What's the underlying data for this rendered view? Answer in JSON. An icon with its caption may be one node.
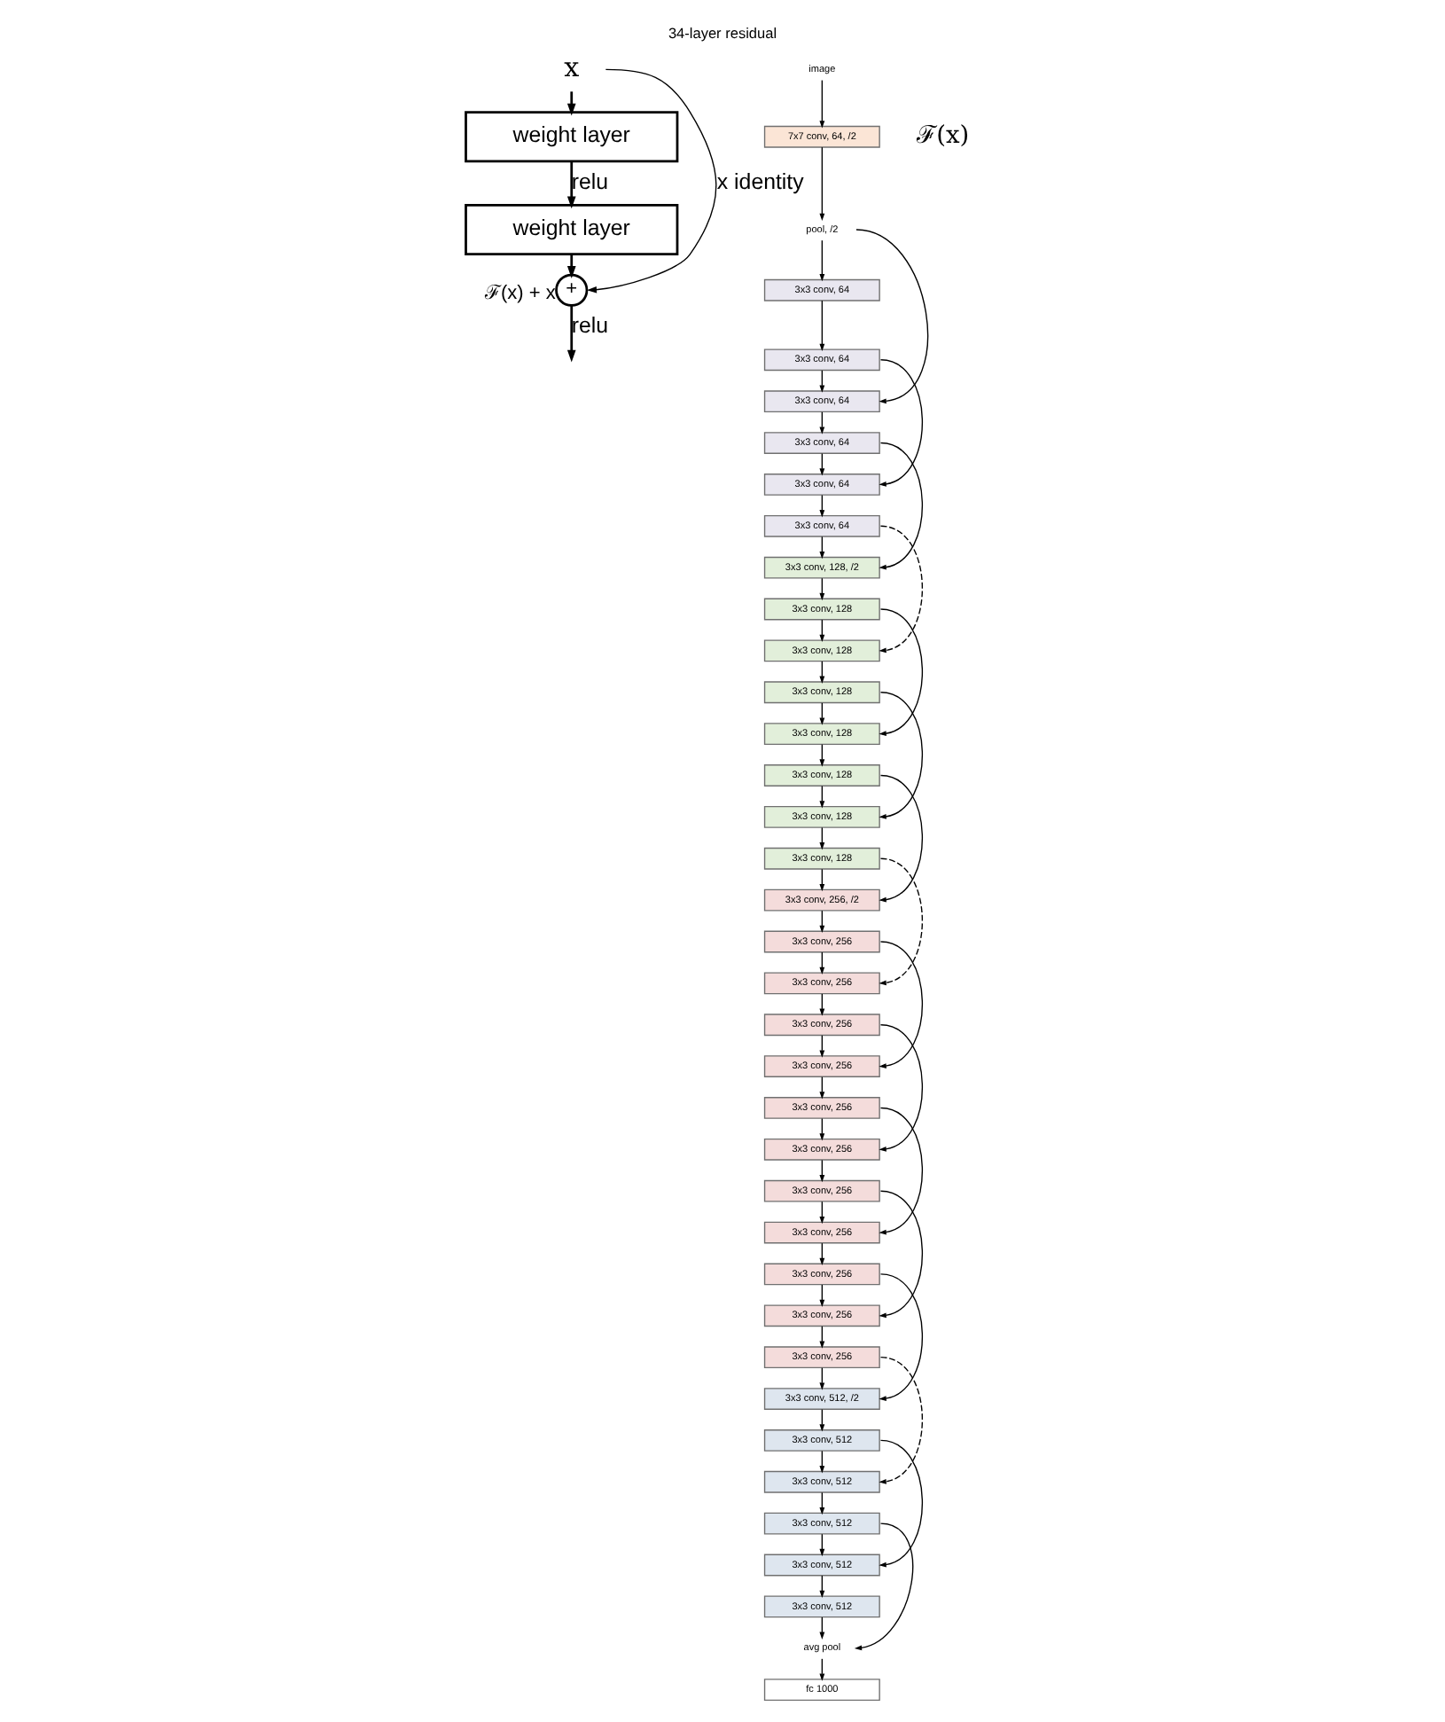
{
  "diagram": {
    "title": "34-layer residual",
    "nodes": [
      {
        "text": [
          "x"
        ]
      },
      {
        "text": [
          "weight layer"
        ]
      },
      {
        "text": [
          "weight layer"
        ]
      },
      {
        "text": [
          "+"
        ],
        "beside": [
          "ℱ(x) + x"
        ]
      },
      {
        "text": [
          "image"
        ]
      },
      {
        "text": [
          "7x7 conv, 64, /2"
        ]
      },
      {
        "text": [
          "pool, /2"
        ]
      },
      {
        "text": [
          "3x3 conv, 64"
        ]
      },
      {
        "text": [
          "3x3 conv, 64"
        ]
      },
      {
        "text": [
          "3x3 conv, 64"
        ]
      },
      {
        "text": [
          "3x3 conv, 64"
        ]
      },
      {
        "text": [
          "3x3 conv, 64"
        ]
      },
      {
        "text": [
          "3x3 conv, 64"
        ]
      },
      {
        "text": [
          "3x3 conv, 128, /2"
        ]
      },
      {
        "text": [
          "3x3 conv, 128"
        ]
      },
      {
        "text": [
          "3x3 conv, 128"
        ]
      },
      {
        "text": [
          "3x3 conv, 128"
        ]
      },
      {
        "text": [
          "3x3 conv, 128"
        ]
      },
      {
        "text": [
          "3x3 conv, 128"
        ]
      },
      {
        "text": [
          "3x3 conv, 128"
        ]
      },
      {
        "text": [
          "3x3 conv, 128"
        ]
      },
      {
        "text": [
          "3x3 conv, 256, /2"
        ]
      },
      {
        "text": [
          "3x3 conv, 256"
        ]
      },
      {
        "text": [
          "3x3 conv, 256"
        ]
      },
      {
        "text": [
          "3x3 conv, 256"
        ]
      },
      {
        "text": [
          "3x3 conv, 256"
        ]
      },
      {
        "text": [
          "3x3 conv, 256"
        ]
      },
      {
        "text": [
          "3x3 conv, 256"
        ]
      },
      {
        "text": [
          "3x3 conv, 256"
        ]
      },
      {
        "text": [
          "3x3 conv, 256"
        ]
      },
      {
        "text": [
          "3x3 conv, 256"
        ]
      },
      {
        "text": [
          "3x3 conv, 256"
        ]
      },
      {
        "text": [
          "3x3 conv, 256"
        ]
      },
      {
        "text": [
          "3x3 conv, 512, /2"
        ]
      },
      {
        "text": [
          "3x3 conv, 512"
        ]
      },
      {
        "text": [
          "3x3 conv, 512"
        ]
      },
      {
        "text": [
          "3x3 conv, 512"
        ]
      },
      {
        "text": [
          "3x3 conv, 512"
        ]
      },
      {
        "text": [
          "3x3 conv, 512"
        ]
      },
      {
        "text": [
          "avg pool"
        ]
      },
      {
        "text": [
          "fc 1000"
        ]
      }
    ],
    "edges": [
      {
        "from": 0,
        "to": 1,
        "arrow": "to"
      },
      {
        "from": 1,
        "to": 2,
        "arrow": "to",
        "label": "relu"
      },
      {
        "from": 2,
        "to": 3,
        "arrow": "to"
      },
      {
        "from": 0,
        "to": 3,
        "arrow": "to",
        "label": "x identity"
      },
      {
        "from": 3,
        "to": null,
        "arrow": "to",
        "label": "relu"
      },
      {
        "from": 4,
        "to": 5,
        "arrow": "to"
      },
      {
        "from": 5,
        "to": 6,
        "arrow": "to"
      },
      {
        "from": 6,
        "to": 7,
        "arrow": "to"
      },
      {
        "from": 7,
        "to": 8,
        "arrow": "to"
      },
      {
        "from": 8,
        "to": 9,
        "arrow": "to"
      },
      {
        "from": 9,
        "to": 10,
        "arrow": "to"
      },
      {
        "from": 10,
        "to": 11,
        "arrow": "to"
      },
      {
        "from": 11,
        "to": 12,
        "arrow": "to"
      },
      {
        "from": 12,
        "to": 13,
        "arrow": "to"
      },
      {
        "from": 13,
        "to": 14,
        "arrow": "to"
      },
      {
        "from": 14,
        "to": 15,
        "arrow": "to"
      },
      {
        "from": 15,
        "to": 16,
        "arrow": "to"
      },
      {
        "from": 16,
        "to": 17,
        "arrow": "to"
      },
      {
        "from": 17,
        "to": 18,
        "arrow": "to"
      },
      {
        "from": 18,
        "to": 19,
        "arrow": "to"
      },
      {
        "from": 19,
        "to": 20,
        "arrow": "to"
      },
      {
        "from": 20,
        "to": 21,
        "arrow": "to"
      },
      {
        "from": 21,
        "to": 22,
        "arrow": "to"
      },
      {
        "from": 22,
        "to": 23,
        "arrow": "to"
      },
      {
        "from": 23,
        "to": 24,
        "arrow": "to"
      },
      {
        "from": 24,
        "to": 25,
        "arrow": "to"
      },
      {
        "from": 25,
        "to": 26,
        "arrow": "to"
      },
      {
        "from": 26,
        "to": 27,
        "arrow": "to"
      },
      {
        "from": 27,
        "to": 28,
        "arrow": "to"
      },
      {
        "from": 28,
        "to": 29,
        "arrow": "to"
      },
      {
        "from": 29,
        "to": 30,
        "arrow": "to"
      },
      {
        "from": 30,
        "to": 31,
        "arrow": "to"
      },
      {
        "from": 31,
        "to": 32,
        "arrow": "to"
      },
      {
        "from": 32,
        "to": 33,
        "arrow": "to"
      },
      {
        "from": 33,
        "to": 34,
        "arrow": "to"
      },
      {
        "from": 34,
        "to": 35,
        "arrow": "to"
      },
      {
        "from": 35,
        "to": 36,
        "arrow": "to"
      },
      {
        "from": 36,
        "to": 37,
        "arrow": "to"
      },
      {
        "from": 37,
        "to": 38,
        "arrow": "to"
      },
      {
        "from": 38,
        "to": 39,
        "arrow": "to"
      },
      {
        "from": 39,
        "to": 40,
        "arrow": "to"
      },
      {
        "from": 6,
        "to": 9,
        "arrow": "to"
      },
      {
        "from": 8,
        "to": 11,
        "arrow": "to"
      },
      {
        "from": 10,
        "to": 13,
        "arrow": "to"
      },
      {
        "from": 12,
        "to": 15,
        "arrow": "to",
        "style": "dashed"
      },
      {
        "from": 14,
        "to": 17,
        "arrow": "to"
      },
      {
        "from": 16,
        "to": 19,
        "arrow": "to"
      },
      {
        "from": 18,
        "to": 21,
        "arrow": "to"
      },
      {
        "from": 20,
        "to": 23,
        "arrow": "to",
        "style": "dashed"
      },
      {
        "from": 22,
        "to": 25,
        "arrow": "to"
      },
      {
        "from": 24,
        "to": 27,
        "arrow": "to"
      },
      {
        "from": 26,
        "to": 29,
        "arrow": "to"
      },
      {
        "from": 28,
        "to": 31,
        "arrow": "to"
      },
      {
        "from": 30,
        "to": 33,
        "arrow": "to"
      },
      {
        "from": 32,
        "to": 35,
        "arrow": "to",
        "style": "dashed"
      },
      {
        "from": 34,
        "to": 37,
        "arrow": "to"
      },
      {
        "from": 36,
        "to": 39,
        "arrow": "to"
      }
    ],
    "labels": [
      "ℱ(x)"
    ]
  }
}
